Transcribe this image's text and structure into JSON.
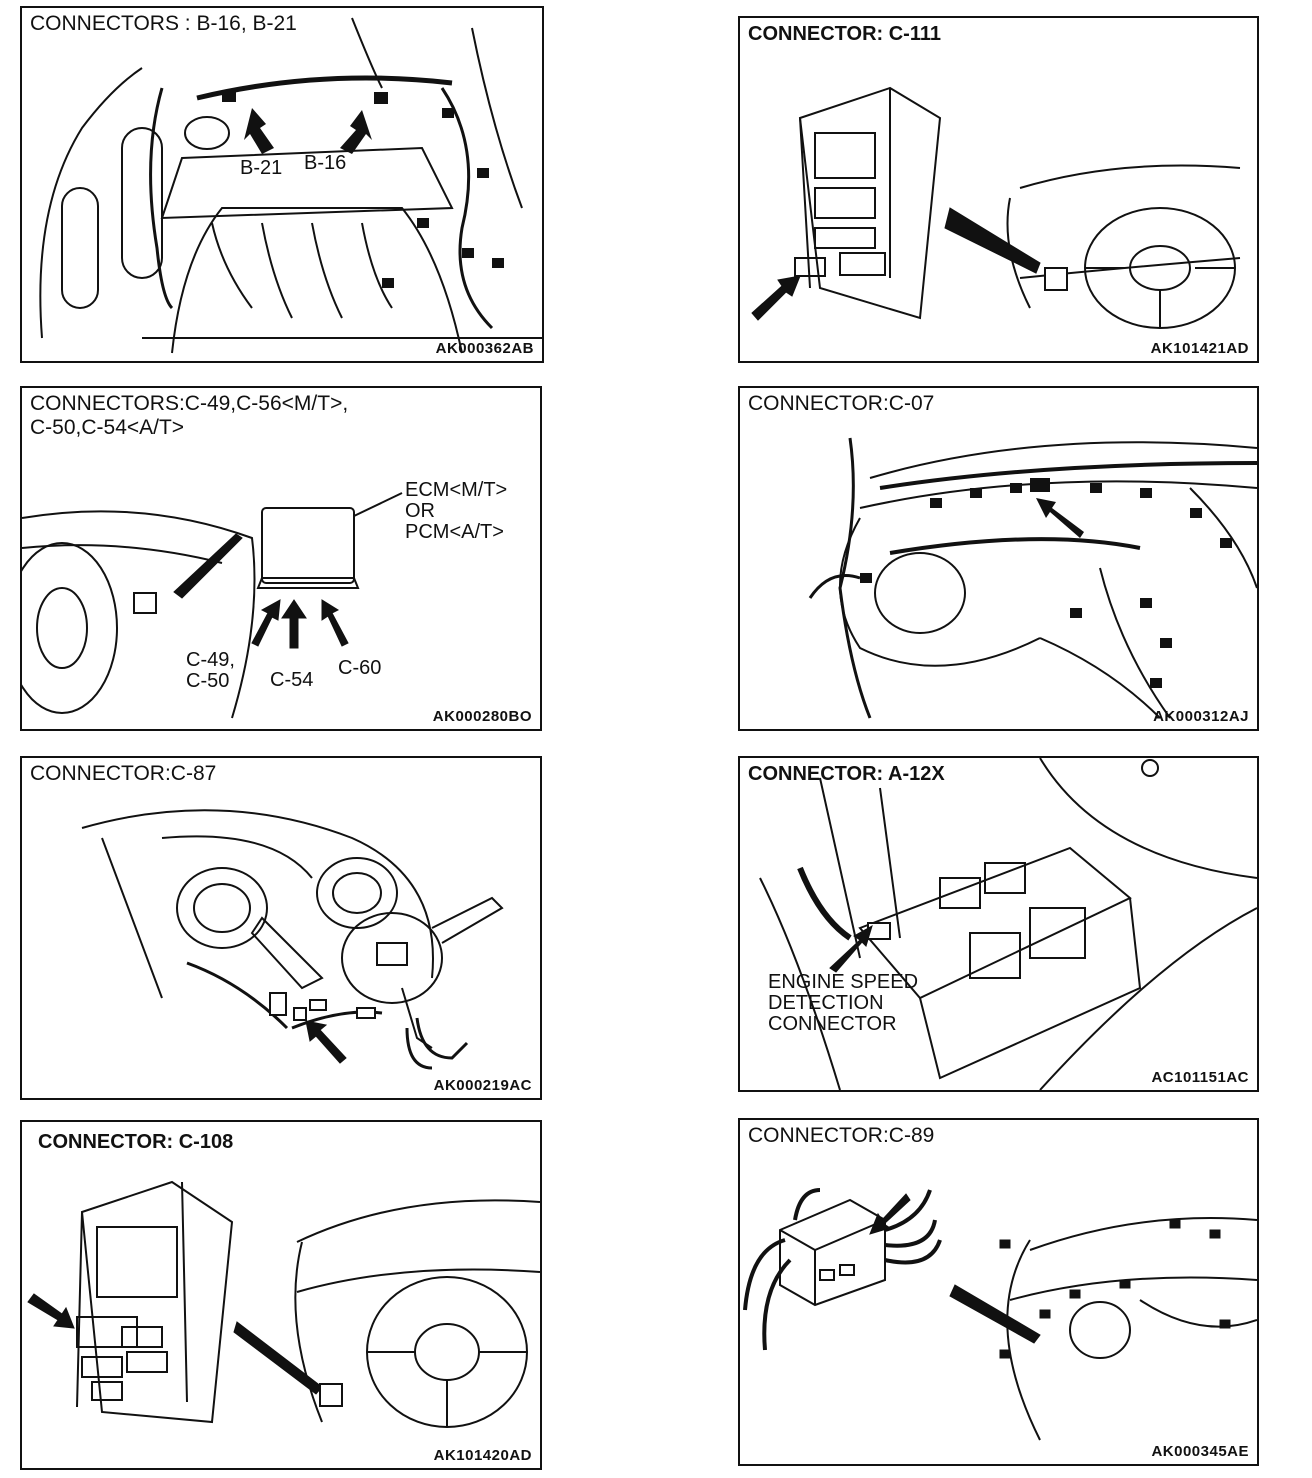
{
  "panels": [
    {
      "title_lines": [
        "CONNECTORS : B-16, B-21"
      ],
      "code": "AK000362AB",
      "labels": [
        "B-21",
        "B-16"
      ]
    },
    {
      "title_lines": [
        "CONNECTOR: C-111"
      ],
      "code": "AK101421AD",
      "labels": []
    },
    {
      "title_lines": [
        "CONNECTORS:C-49,C-56<M/T>,",
        "C-50,C-54<A/T>"
      ],
      "code": "AK000280BO",
      "labels": [
        "ECM<M/T>",
        "OR",
        "PCM<A/T>",
        "C-49,",
        "C-50",
        "C-54",
        "C-60"
      ]
    },
    {
      "title_lines": [
        "CONNECTOR:C-07"
      ],
      "code": "AK000312AJ",
      "labels": []
    },
    {
      "title_lines": [
        "CONNECTOR:C-87"
      ],
      "code": "AK000219AC",
      "labels": []
    },
    {
      "title_lines": [
        "CONNECTOR: A-12X"
      ],
      "code": "AC101151AC",
      "labels": [
        "ENGINE SPEED",
        "DETECTION",
        "CONNECTOR"
      ]
    },
    {
      "title_lines": [
        "CONNECTOR: C-108"
      ],
      "code": "AK101420AD",
      "labels": []
    },
    {
      "title_lines": [
        "CONNECTOR:C-89"
      ],
      "code": "AK000345AE",
      "labels": []
    }
  ]
}
